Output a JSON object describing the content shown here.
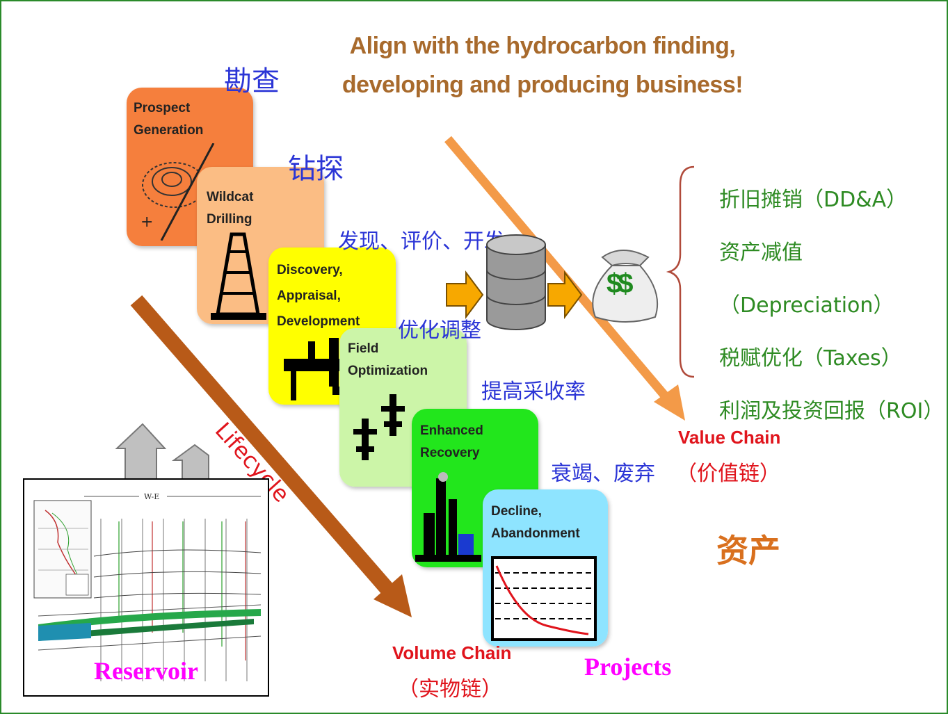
{
  "title_lines": [
    "Align with the hydrocarbon finding,",
    "developing and producing business!"
  ],
  "stages": [
    {
      "label": "Prospect\nGeneration",
      "cn": "勘查",
      "color": "#f57f3d"
    },
    {
      "label": "Wildcat\nDrilling",
      "cn": "钻探",
      "color": "#fbbd84"
    },
    {
      "label": "Discovery,\nAppraisal,\nDevelopment",
      "cn": "发现、评价、开发",
      "color": "#ffff00"
    },
    {
      "label": "Field\nOptimization",
      "cn": "优化调整",
      "color": "#ccf5a8"
    },
    {
      "label": "Enhanced\nRecovery",
      "cn": "提高采收率",
      "color": "#22e61c"
    },
    {
      "label": "Decline,\nAbandonment",
      "cn": "衰竭、废弃",
      "color": "#8ee4ff"
    }
  ],
  "lifecycle_label": "Lifecycle",
  "value_items": [
    "折旧摊销（DD&A）",
    "资产减值（Depreciation）",
    "税赋优化（Taxes）",
    "利润及投资回报（ROI）"
  ],
  "value_chain": {
    "en": "Value Chain",
    "cn": "（价值链）"
  },
  "volume_chain": {
    "en": "Volume Chain",
    "cn": "（实物链）"
  },
  "asset_label": "资产",
  "reservoir_label": "Reservoir",
  "projects_label": "Projects",
  "money_symbol": "$$",
  "seismic_title": "W-E",
  "colors": {
    "orange_arrow": "#f39a48",
    "brown_arrow": "#b85a18",
    "chain_red": "#e0141c",
    "asset": "#d9701e"
  }
}
